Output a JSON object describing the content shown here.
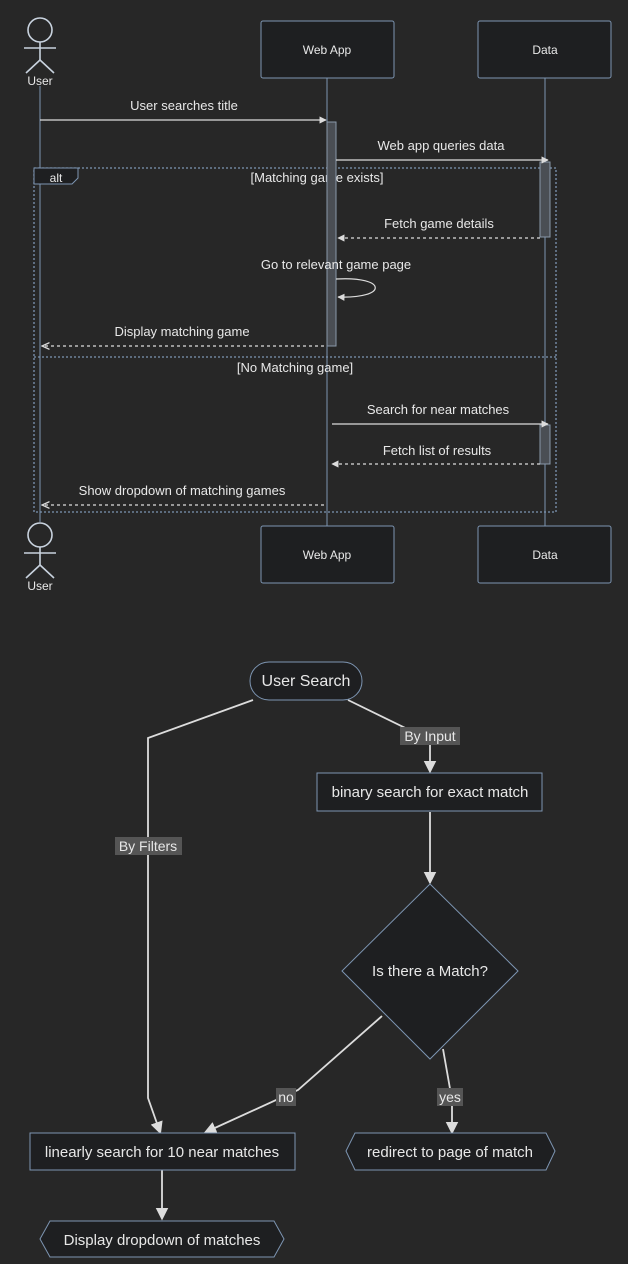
{
  "sequence": {
    "participants": {
      "user": "User",
      "web_app": "Web App",
      "data": "Data"
    },
    "messages": {
      "m1": "User searches title",
      "m2": "Web app queries data",
      "m3": "Fetch game details",
      "m4": "Go to relevant game page",
      "m5": "Display matching game",
      "m6": "Search for near matches",
      "m7": "Fetch list of results",
      "m8": "Show dropdown of matching games"
    },
    "alt": {
      "keyword": "alt",
      "condition1": "[Matching game exists]",
      "condition2": "[No Matching game]"
    }
  },
  "flowchart": {
    "nodes": {
      "start": "User Search",
      "binary": "binary search for exact match",
      "decision": "Is there a Match?",
      "linear": "linearly search for 10 near matches",
      "redirect": "redirect to page of match",
      "dropdown": "Display dropdown of matches"
    },
    "edges": {
      "by_input": "By Input",
      "by_filters": "By Filters",
      "no": "no",
      "yes": "yes"
    }
  }
}
